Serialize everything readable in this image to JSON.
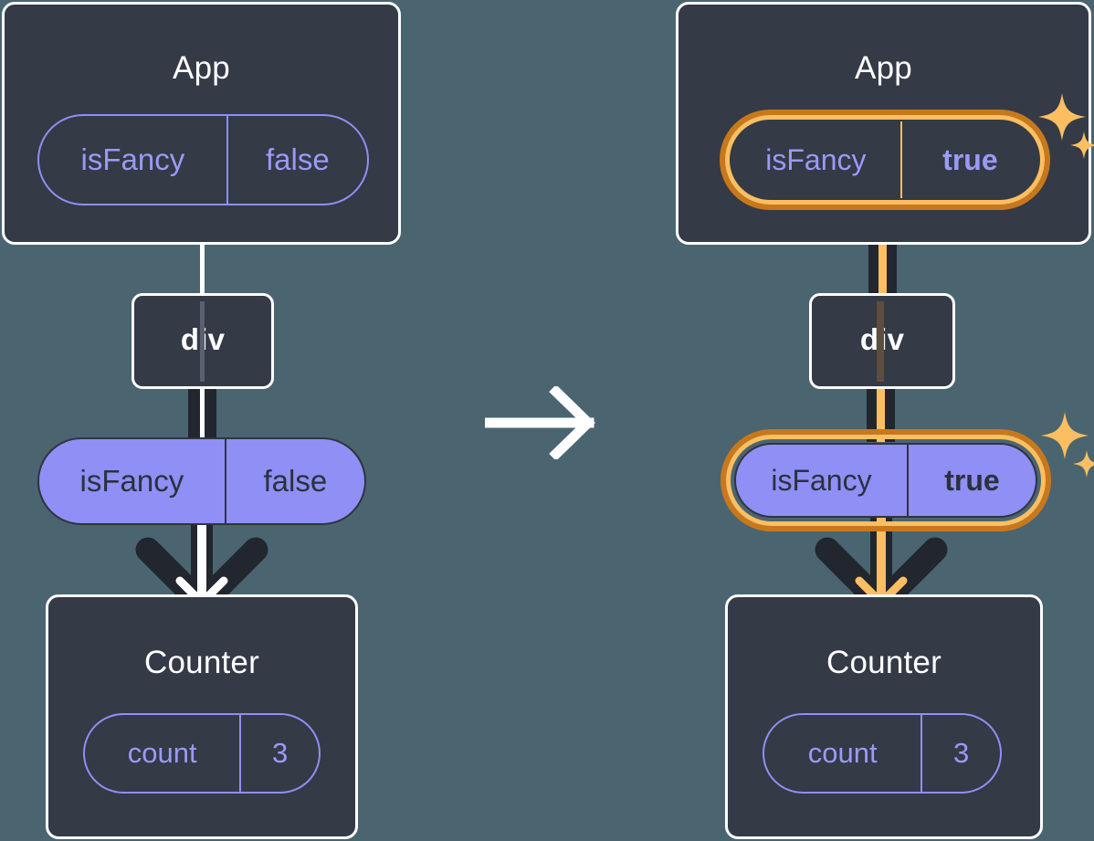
{
  "diagram": {
    "title": "React state update propagation",
    "background_color": "#4a6570",
    "transition_arrow_icon": "arrow-right-icon",
    "colors": {
      "box_fill": "#343a46",
      "box_border": "#ffffff",
      "pill_purple": "#8f8ff5",
      "pill_outline": "#8f8ff5",
      "highlight_outer": "#c8781c",
      "highlight_inner": "#fbbf61",
      "connector_dark": "#22262f",
      "connector_light": "#ffffff",
      "text_light": "#ffffff",
      "text_dark": "#2b313d"
    },
    "panels": [
      {
        "id": "before",
        "app": {
          "title": "App",
          "state_pill": {
            "key": "isFancy",
            "value": "false",
            "highlighted": false,
            "style": "outlined"
          }
        },
        "div": {
          "title": "div"
        },
        "props_pill": {
          "key": "isFancy",
          "value": "false",
          "highlighted": false,
          "style": "filled"
        },
        "counter": {
          "title": "Counter",
          "state_pill": {
            "key": "count",
            "value": "3",
            "highlighted": false,
            "style": "outlined"
          }
        },
        "sparkles": false
      },
      {
        "id": "after",
        "app": {
          "title": "App",
          "state_pill": {
            "key": "isFancy",
            "value": "true",
            "highlighted": true,
            "style": "outlined"
          }
        },
        "div": {
          "title": "div"
        },
        "props_pill": {
          "key": "isFancy",
          "value": "true",
          "highlighted": true,
          "style": "filled"
        },
        "counter": {
          "title": "Counter",
          "state_pill": {
            "key": "count",
            "value": "3",
            "highlighted": false,
            "style": "outlined"
          }
        },
        "sparkles": true
      }
    ]
  }
}
